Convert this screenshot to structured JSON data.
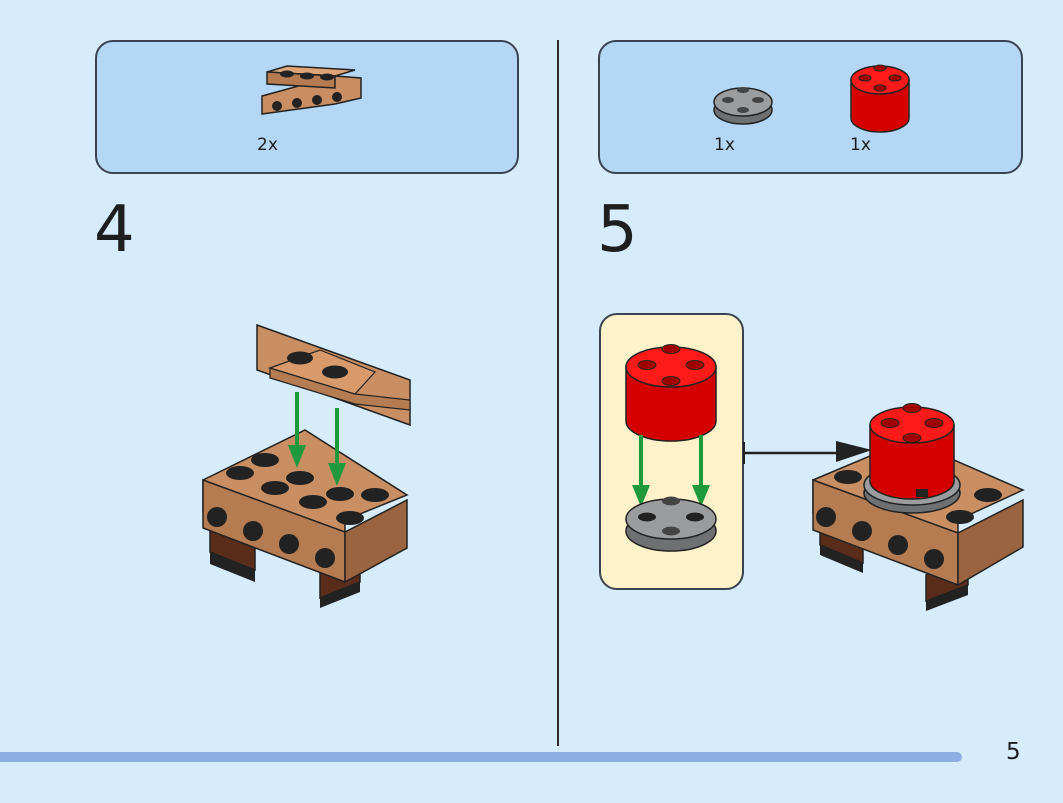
{
  "steps": [
    {
      "number": "4",
      "parts": [
        {
          "quantity": "2x",
          "piece": "plate-bracket",
          "color": "#c98e61"
        }
      ]
    },
    {
      "number": "5",
      "parts": [
        {
          "quantity": "1x",
          "piece": "round-plate",
          "color": "#8a8c8e"
        },
        {
          "quantity": "1x",
          "piece": "round-brick",
          "color": "#e50000"
        }
      ]
    }
  ],
  "page_number": "5",
  "colors": {
    "background": "#d6ecfb",
    "parts_box": "#b3d7f5",
    "callout": "#fdf2c9",
    "arrow": "#1e9a3c",
    "progress_bar": "#8eaee2",
    "tan": "#c98e61",
    "brown": "#8a4b2c",
    "red": "#e50000",
    "gray": "#8a8c8e"
  }
}
